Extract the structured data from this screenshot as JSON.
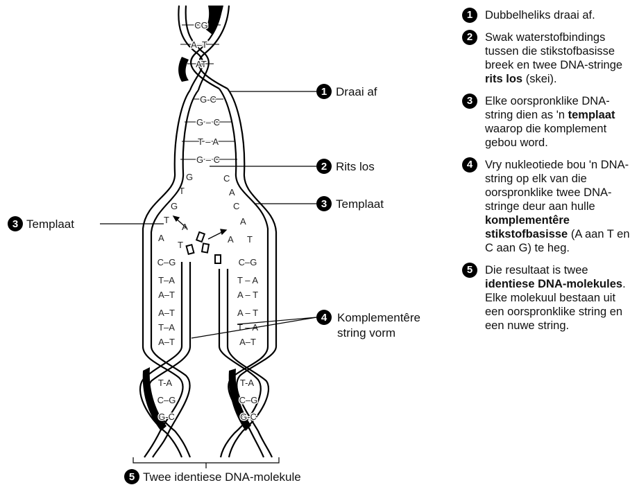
{
  "diagram": {
    "top_pairs": [
      "CG",
      "A–T",
      "AT"
    ],
    "unzip_pairs": [
      {
        "text": "G-C"
      },
      {
        "text": "G – C"
      },
      {
        "text": "T – A"
      },
      {
        "text": "G – C"
      }
    ],
    "left_template_bases": [
      "G",
      "T",
      "G",
      "T",
      "A",
      "A",
      "T"
    ],
    "right_template_bases": [
      "C",
      "A",
      "C",
      "A",
      "A",
      "T"
    ],
    "left_new_pairs": [
      "C–G",
      "T–A",
      "A–T",
      "A–T",
      "T–A",
      "A–T"
    ],
    "right_new_pairs": [
      "C–G",
      "T – A",
      "A – T",
      "A – T",
      "T – A",
      "A–T"
    ],
    "bottom_left_pairs": [
      "T-A",
      "C–G",
      "G-C"
    ],
    "bottom_right_pairs": [
      "T-A",
      "C–G",
      "G-C"
    ],
    "callouts": {
      "c1": {
        "num": "1",
        "text": "Draai af"
      },
      "c2": {
        "num": "2",
        "text": "Rits los"
      },
      "c3r": {
        "num": "3",
        "text": "Templaat"
      },
      "c3l": {
        "num": "3",
        "text": "Templaat"
      },
      "c4": {
        "num": "4",
        "line1": "Komplementêre",
        "line2": "string vorm"
      },
      "c5": {
        "num": "5",
        "text": "Twee identiese DNA-molekule"
      }
    }
  },
  "steps": [
    {
      "num": "1",
      "text": "Dubbelheliks draai af."
    },
    {
      "num": "2",
      "text_a": "Swak waterstofbindings tussen die stikstofbasisse breek en twee DNA-stringe ",
      "bold": "rits los",
      "text_b": " (skei)."
    },
    {
      "num": "3",
      "text_a": "Elke oorspronklike DNA-string dien as 'n ",
      "bold": "templaat",
      "text_b": " waarop die komplement gebou word."
    },
    {
      "num": "4",
      "text_a": "Vry nukleotiede bou 'n DNA-string op elk van die oorspronklike twee DNA-stringe deur aan hulle ",
      "bold": "komplementêre stikstofbasisse",
      "text_b": " (A aan T en C aan G) te heg."
    },
    {
      "num": "5",
      "text_a": "Die resultaat is twee ",
      "bold": "identiese DNA-molekules",
      "text_b": ". Elke molekuul bestaan uit een oorspronklike string en een nuwe string."
    }
  ]
}
